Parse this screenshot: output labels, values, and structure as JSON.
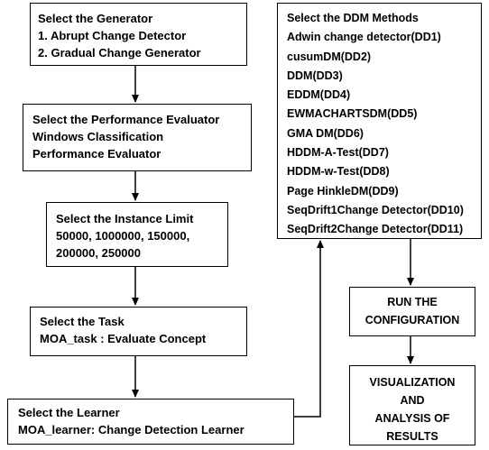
{
  "generator": {
    "title": "Select the Generator",
    "items": [
      "1. Abrupt Change Detector",
      "2. Gradual Change Generator"
    ]
  },
  "performance": {
    "title": "Select the Performance Evaluator",
    "lines": [
      "Windows Classification",
      "Performance Evaluator"
    ]
  },
  "instance": {
    "title": "Select the Instance Limit",
    "lines": [
      "50000, 1000000,  150000,",
      "200000,  250000"
    ]
  },
  "task": {
    "title": "Select the Task",
    "value": "MOA_task : Evaluate Concept"
  },
  "learner": {
    "title": "Select the Learner",
    "value": "MOA_learner: Change Detection Learner"
  },
  "ddm": {
    "title": "Select the DDM Methods",
    "methods": [
      "Adwin change detector(DD1)",
      "cusumDM(DD2)",
      "DDM(DD3)",
      "EDDM(DD4)",
      "EWMACHARTSDM(DD5)",
      "GMA DM(DD6)",
      "HDDM-A-Test(DD7)",
      "HDDM-w-Test(DD8)",
      "Page HinkleDM(DD9)",
      "SeqDrift1Change Detector(DD10)",
      "SeqDrift2Change Detector(DD11)"
    ]
  },
  "run": {
    "lines": [
      "RUN THE",
      "CONFIGURATION"
    ]
  },
  "visualization": {
    "lines": [
      "VISUALIZATION",
      "AND",
      "ANALYSIS OF",
      "RESULTS"
    ]
  },
  "colors": {
    "stroke": "#000000",
    "background": "#ffffff"
  }
}
